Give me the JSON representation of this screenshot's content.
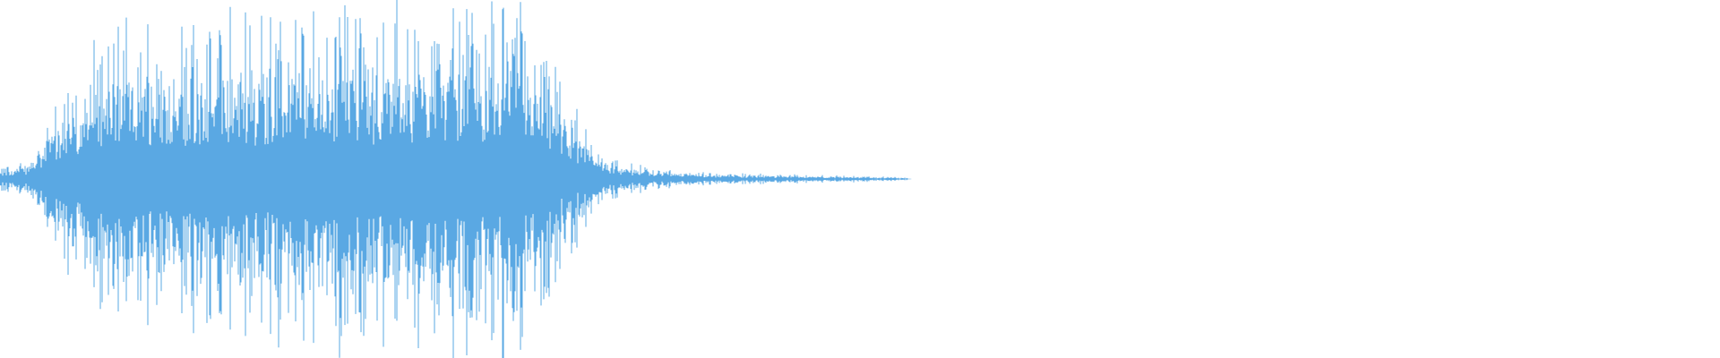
{
  "waveform": {
    "color": "#5aa8e3",
    "background": "#ffffff",
    "duration_fraction_with_signal": 0.53,
    "max_amplitude": 1.0,
    "envelope": [
      {
        "t": 0.0,
        "a": 0.06
      },
      {
        "t": 0.015,
        "a": 0.1
      },
      {
        "t": 0.03,
        "a": 0.35
      },
      {
        "t": 0.045,
        "a": 0.55
      },
      {
        "t": 0.06,
        "a": 0.72
      },
      {
        "t": 0.08,
        "a": 0.8
      },
      {
        "t": 0.1,
        "a": 0.82
      },
      {
        "t": 0.14,
        "a": 0.84
      },
      {
        "t": 0.18,
        "a": 0.88
      },
      {
        "t": 0.22,
        "a": 0.9
      },
      {
        "t": 0.26,
        "a": 0.93
      },
      {
        "t": 0.28,
        "a": 0.96
      },
      {
        "t": 0.3,
        "a": 0.9
      },
      {
        "t": 0.315,
        "a": 0.72
      },
      {
        "t": 0.33,
        "a": 0.45
      },
      {
        "t": 0.345,
        "a": 0.18
      },
      {
        "t": 0.36,
        "a": 0.1
      },
      {
        "t": 0.38,
        "a": 0.06
      },
      {
        "t": 0.42,
        "a": 0.03
      },
      {
        "t": 0.48,
        "a": 0.02
      },
      {
        "t": 0.525,
        "a": 0.01
      },
      {
        "t": 0.53,
        "a": 0.0
      },
      {
        "t": 1.0,
        "a": 0.0
      }
    ]
  }
}
